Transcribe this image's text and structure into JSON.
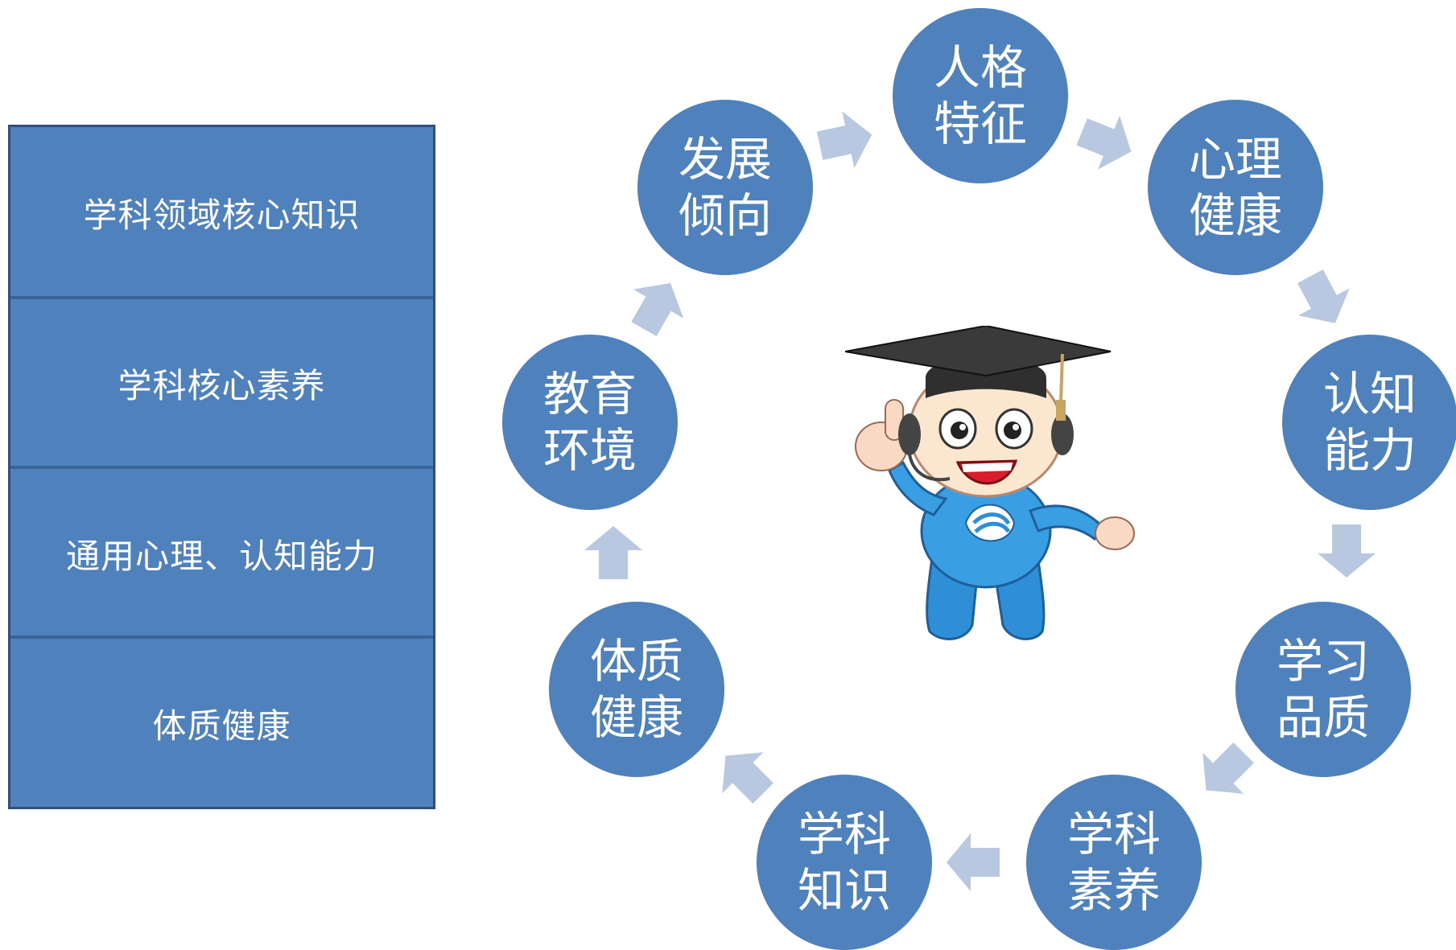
{
  "stack": {
    "layers": [
      "学科领域核心知识",
      "学科核心素养",
      "通用心理、认知能力",
      "体质健康"
    ]
  },
  "cycle": {
    "nodes": [
      {
        "line1": "人格",
        "line2": "特征"
      },
      {
        "line1": "心理",
        "line2": "健康"
      },
      {
        "line1": "认知",
        "line2": "能力"
      },
      {
        "line1": "学习",
        "line2": "品质"
      },
      {
        "line1": "学科",
        "line2": "素养"
      },
      {
        "line1": "学科",
        "line2": "知识"
      },
      {
        "line1": "体质",
        "line2": "健康"
      },
      {
        "line1": "教育",
        "line2": "环境"
      },
      {
        "line1": "发展",
        "line2": "倾向"
      }
    ]
  },
  "colors": {
    "node_fill": "#4f81bd",
    "arrow_fill": "#b8c8e0",
    "text": "#ffffff"
  },
  "icons": {
    "center": "graduate-mascot-icon",
    "connector": "cycle-arrow-icon"
  }
}
